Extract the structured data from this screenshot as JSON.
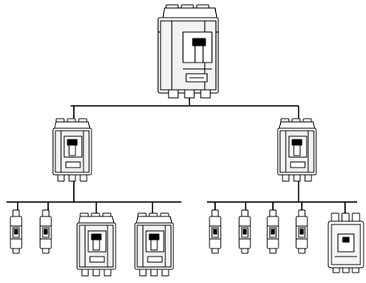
{
  "diagram": {
    "type": "circuit-breaker-selectivity-tree",
    "nodes": [
      {
        "id": "main-breaker",
        "kind": "large-molded-case-breaker",
        "level": 0
      },
      {
        "id": "sub-breaker-left",
        "kind": "molded-case-breaker",
        "level": 1,
        "parent": "main-breaker"
      },
      {
        "id": "sub-breaker-right",
        "kind": "molded-case-breaker",
        "level": 1,
        "parent": "main-breaker"
      },
      {
        "id": "mcb-left-1",
        "kind": "miniature-breaker",
        "level": 2,
        "parent": "sub-breaker-left"
      },
      {
        "id": "mcb-left-2",
        "kind": "miniature-breaker",
        "level": 2,
        "parent": "sub-breaker-left"
      },
      {
        "id": "mccb-left-3",
        "kind": "molded-case-breaker",
        "level": 2,
        "parent": "sub-breaker-left"
      },
      {
        "id": "mccb-left-4",
        "kind": "molded-case-breaker",
        "level": 2,
        "parent": "sub-breaker-left"
      },
      {
        "id": "mcb-right-1",
        "kind": "miniature-breaker",
        "level": 2,
        "parent": "sub-breaker-right"
      },
      {
        "id": "mcb-right-2",
        "kind": "miniature-breaker",
        "level": 2,
        "parent": "sub-breaker-right"
      },
      {
        "id": "mcb-right-3",
        "kind": "miniature-breaker",
        "level": 2,
        "parent": "sub-breaker-right"
      },
      {
        "id": "mcb-right-4",
        "kind": "miniature-breaker",
        "level": 2,
        "parent": "sub-breaker-right"
      },
      {
        "id": "compact-right-5",
        "kind": "compact-breaker",
        "level": 2,
        "parent": "sub-breaker-right"
      }
    ],
    "colors": {
      "line": "#000000",
      "fill": "#ffffff",
      "shade": "#e6e6e6"
    }
  }
}
